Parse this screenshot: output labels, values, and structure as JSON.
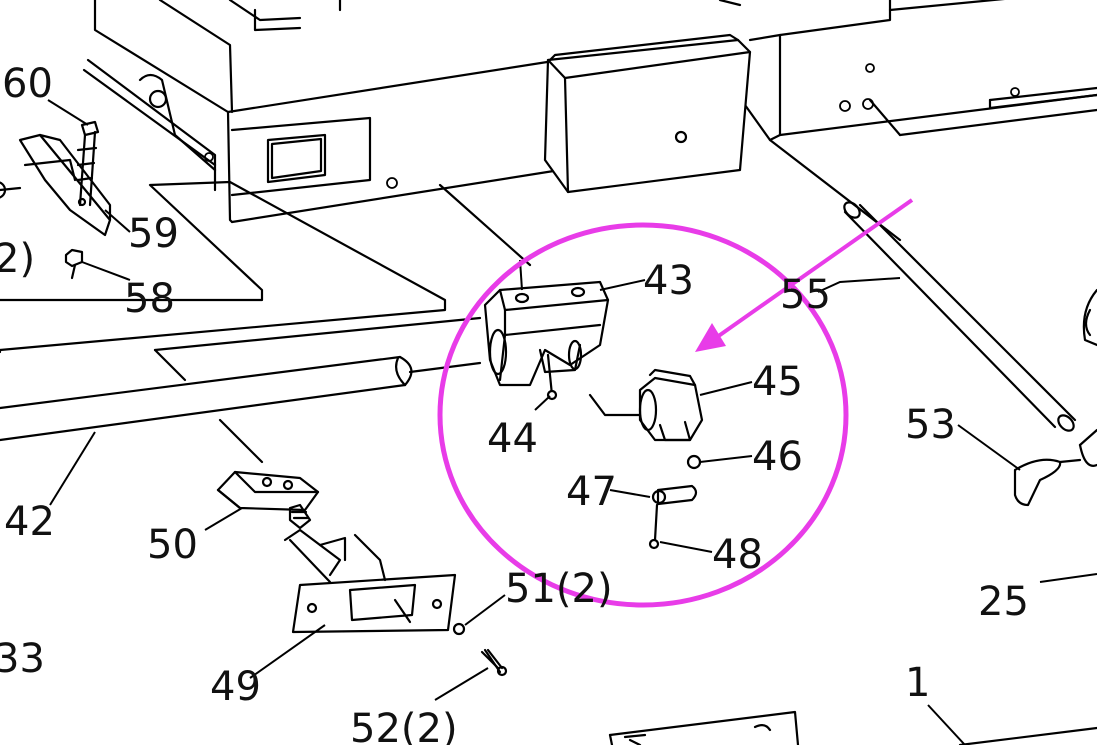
{
  "part_labels": {
    "p60": "60",
    "p59": "59",
    "p58": "58",
    "p2_partial": "2)",
    "p43": "43",
    "p55": "55",
    "p45": "45",
    "p44": "44",
    "p46": "46",
    "p47": "47",
    "p48": "48",
    "p53": "53",
    "p42": "42",
    "p50": "50",
    "p51": "51(2)",
    "p33": "33",
    "p49": "49",
    "p52": "52(2)",
    "p25": "25",
    "p1": "1"
  },
  "colors": {
    "line": "#000000",
    "background": "#ffffff",
    "highlight": "#e83ce8"
  }
}
